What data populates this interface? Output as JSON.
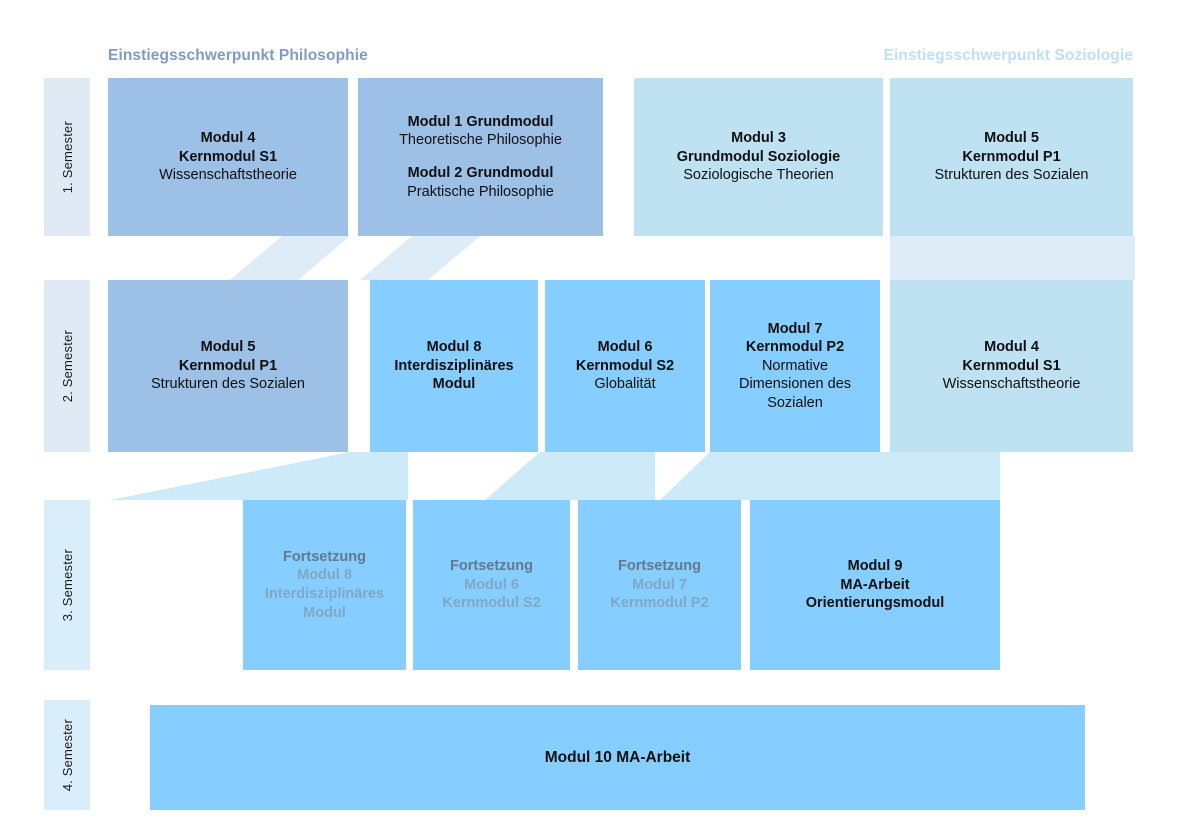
{
  "headers": {
    "left_track": "Einstiegsschwerpunkt Philosophie",
    "right_track": "Einstiegsschwerpunkt Soziologie",
    "left_color": "#7f9cc4",
    "right_color": "#bfe0f2"
  },
  "semesters": [
    {
      "label": "1. Semester"
    },
    {
      "label": "2. Semester"
    },
    {
      "label": "3. Semester"
    },
    {
      "label": "4. Semester"
    }
  ],
  "colors": {
    "philosophy_box": "#9dc0e6",
    "sociology_box": "#bfe2f3",
    "interdisciplinary_box": "#86ceff",
    "semester_tab": "#dfeaf5",
    "semester_tab_light": "#d9edfa",
    "connector": "#ddecf7",
    "connector_bright": "#cdeaf9",
    "muted_text": "#62788f",
    "muted_subtext": "#7fa8c4"
  },
  "semester1": {
    "boxes": [
      {
        "lines": [
          {
            "text": "Modul 4",
            "style": "bold"
          },
          {
            "text": "Kernmodul S1",
            "style": "bold"
          },
          {
            "text": "Wissenschaftstheorie",
            "style": "normal"
          }
        ]
      },
      {
        "lines": [
          {
            "text": "Modul 1 Grundmodul",
            "style": "bold"
          },
          {
            "text": "Theoretische Philosophie",
            "style": "normal"
          },
          {
            "text": "",
            "style": "gap"
          },
          {
            "text": "Modul 2 Grundmodul",
            "style": "bold"
          },
          {
            "text": "Praktische Philosophie",
            "style": "normal"
          }
        ]
      },
      {
        "lines": [
          {
            "text": "Modul 3",
            "style": "bold"
          },
          {
            "text": "Grundmodul Soziologie",
            "style": "bold"
          },
          {
            "text": "Soziologische Theorien",
            "style": "normal"
          }
        ]
      },
      {
        "lines": [
          {
            "text": "Modul 5",
            "style": "bold"
          },
          {
            "text": "Kernmodul P1",
            "style": "bold"
          },
          {
            "text": "Strukturen des Sozialen",
            "style": "normal"
          }
        ]
      }
    ]
  },
  "semester2": {
    "boxes": [
      {
        "lines": [
          {
            "text": "Modul 5",
            "style": "bold"
          },
          {
            "text": "Kernmodul P1",
            "style": "bold"
          },
          {
            "text": "Strukturen des Sozialen",
            "style": "normal"
          }
        ]
      },
      {
        "lines": [
          {
            "text": "Modul 8",
            "style": "bold"
          },
          {
            "text": "Interdisziplinäres",
            "style": "bold"
          },
          {
            "text": "Modul",
            "style": "bold"
          }
        ]
      },
      {
        "lines": [
          {
            "text": "Modul 6",
            "style": "bold"
          },
          {
            "text": "Kernmodul S2",
            "style": "bold"
          },
          {
            "text": "Globalität",
            "style": "normal"
          }
        ]
      },
      {
        "lines": [
          {
            "text": "Modul 7",
            "style": "bold"
          },
          {
            "text": "Kernmodul P2",
            "style": "bold"
          },
          {
            "text": "Normative",
            "style": "normal"
          },
          {
            "text": "Dimensionen des",
            "style": "normal"
          },
          {
            "text": "Sozialen",
            "style": "normal"
          }
        ]
      },
      {
        "lines": [
          {
            "text": "Modul 4",
            "style": "bold"
          },
          {
            "text": "Kernmodul S1",
            "style": "bold"
          },
          {
            "text": "Wissenschaftstheorie",
            "style": "normal"
          }
        ]
      }
    ]
  },
  "semester3": {
    "boxes": [
      {
        "muted": true,
        "lines": [
          {
            "text": "Fortsetzung",
            "style": "bold"
          },
          {
            "text": "Modul 8",
            "style": "sub"
          },
          {
            "text": "Interdisziplinäres",
            "style": "sub"
          },
          {
            "text": "Modul",
            "style": "sub"
          }
        ]
      },
      {
        "muted": true,
        "lines": [
          {
            "text": "Fortsetzung",
            "style": "bold"
          },
          {
            "text": "Modul 6",
            "style": "sub"
          },
          {
            "text": "Kernmodul S2",
            "style": "sub"
          }
        ]
      },
      {
        "muted": true,
        "lines": [
          {
            "text": "Fortsetzung",
            "style": "bold"
          },
          {
            "text": "Modul 7",
            "style": "sub"
          },
          {
            "text": "Kernmodul P2",
            "style": "sub"
          }
        ]
      },
      {
        "muted": false,
        "lines": [
          {
            "text": "Modul 9",
            "style": "bold"
          },
          {
            "text": "MA-Arbeit",
            "style": "bold"
          },
          {
            "text": "Orientierungsmodul",
            "style": "bold"
          }
        ]
      }
    ]
  },
  "semester4": {
    "bar_label": "Modul 10 MA-Arbeit"
  }
}
